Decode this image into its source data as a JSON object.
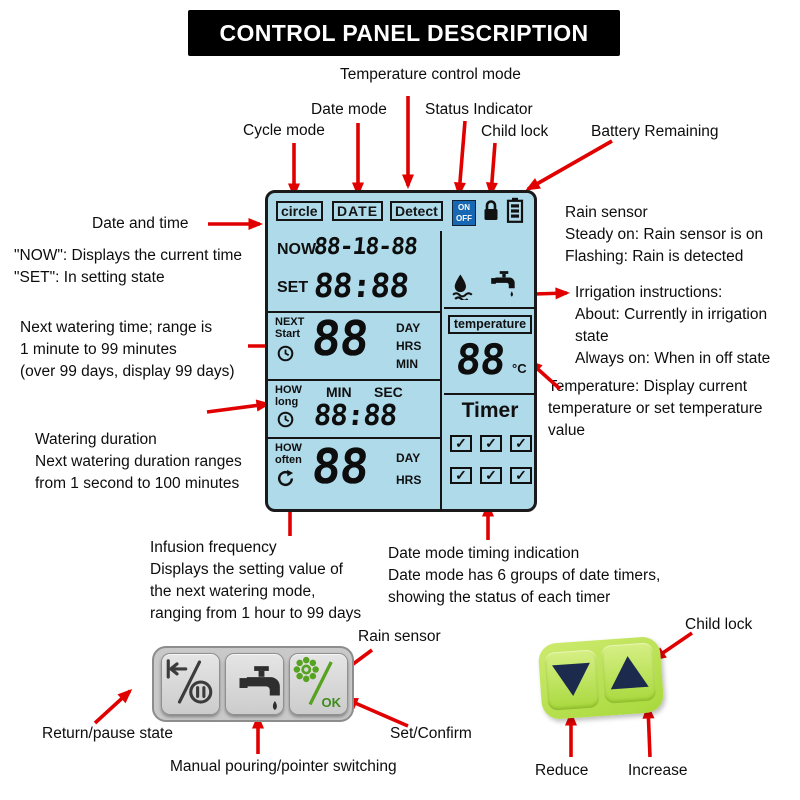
{
  "title": "CONTROL PANEL DESCRIPTION",
  "colors": {
    "lcd_bg": "#aedaea",
    "arrow_red": "#e10000",
    "indicator_blue": "#1767b3",
    "panel_green": "#b6e04e",
    "key_navy": "#1c2b4d"
  },
  "lcd": {
    "modes": [
      "circle",
      "DATE",
      "Detect"
    ],
    "on": "ON",
    "off": "OFF",
    "now_label": "NOW",
    "now_value": "88-18-88",
    "set_label": "SET",
    "set_value": "88:88",
    "next_line1": "NEXT",
    "next_line2": "Start",
    "next_value": "88",
    "next_units": [
      "DAY",
      "HRS",
      "MIN"
    ],
    "howlong_line1": "HOW",
    "howlong_line2": "long",
    "min": "MIN",
    "sec": "SEC",
    "howlong_value": "88:88",
    "howoften_line1": "HOW",
    "howoften_line2": "often",
    "howoften_value": "88",
    "howoften_units": [
      "DAY",
      "HRS"
    ],
    "temperature_label": "temperature",
    "temperature_value": "88",
    "temperature_unit": "°C",
    "timer_label": "Timer",
    "check": "✓"
  },
  "annotations": {
    "temp_mode": "Temperature control mode",
    "date_mode": "Date mode",
    "status_indicator": "Status Indicator",
    "cycle_mode": "Cycle mode",
    "child_lock_top": "Child lock",
    "battery": "Battery Remaining",
    "date_time": "Date and time",
    "now_set": "\"NOW\": Displays the current time\n\"SET\": In setting state",
    "rain_sensor": "Rain sensor\nSteady on: Rain sensor is on\nFlashing: Rain is detected",
    "irrigation": "Irrigation instructions:\nAbout: Currently in irrigation state\nAlways on: When in off state",
    "next_watering": "Next watering time; range is\n1 minute to 99 minutes\n(over 99 days, display 99 days)",
    "temperature_note": "Temperature: Display current\ntemperature or set temperature\nvalue",
    "watering_duration": "Watering duration\nNext watering duration ranges\nfrom 1 second to 100 minutes",
    "infusion": "Infusion frequency\nDisplays the setting value of\nthe next watering mode,\nranging from 1 hour to 99 days",
    "date_timing": "Date mode timing indication\nDate mode has 6 groups of date timers,\nshowing the status of each timer",
    "rain_sensor_btn": "Rain sensor",
    "return_pause": "Return/pause state",
    "manual_pouring": "Manual pouring/pointer switching",
    "set_confirm": "Set/Confirm",
    "child_lock_btn": "Child lock",
    "reduce": "Reduce",
    "increase": "Increase"
  },
  "buttons": {
    "ok": "OK"
  }
}
